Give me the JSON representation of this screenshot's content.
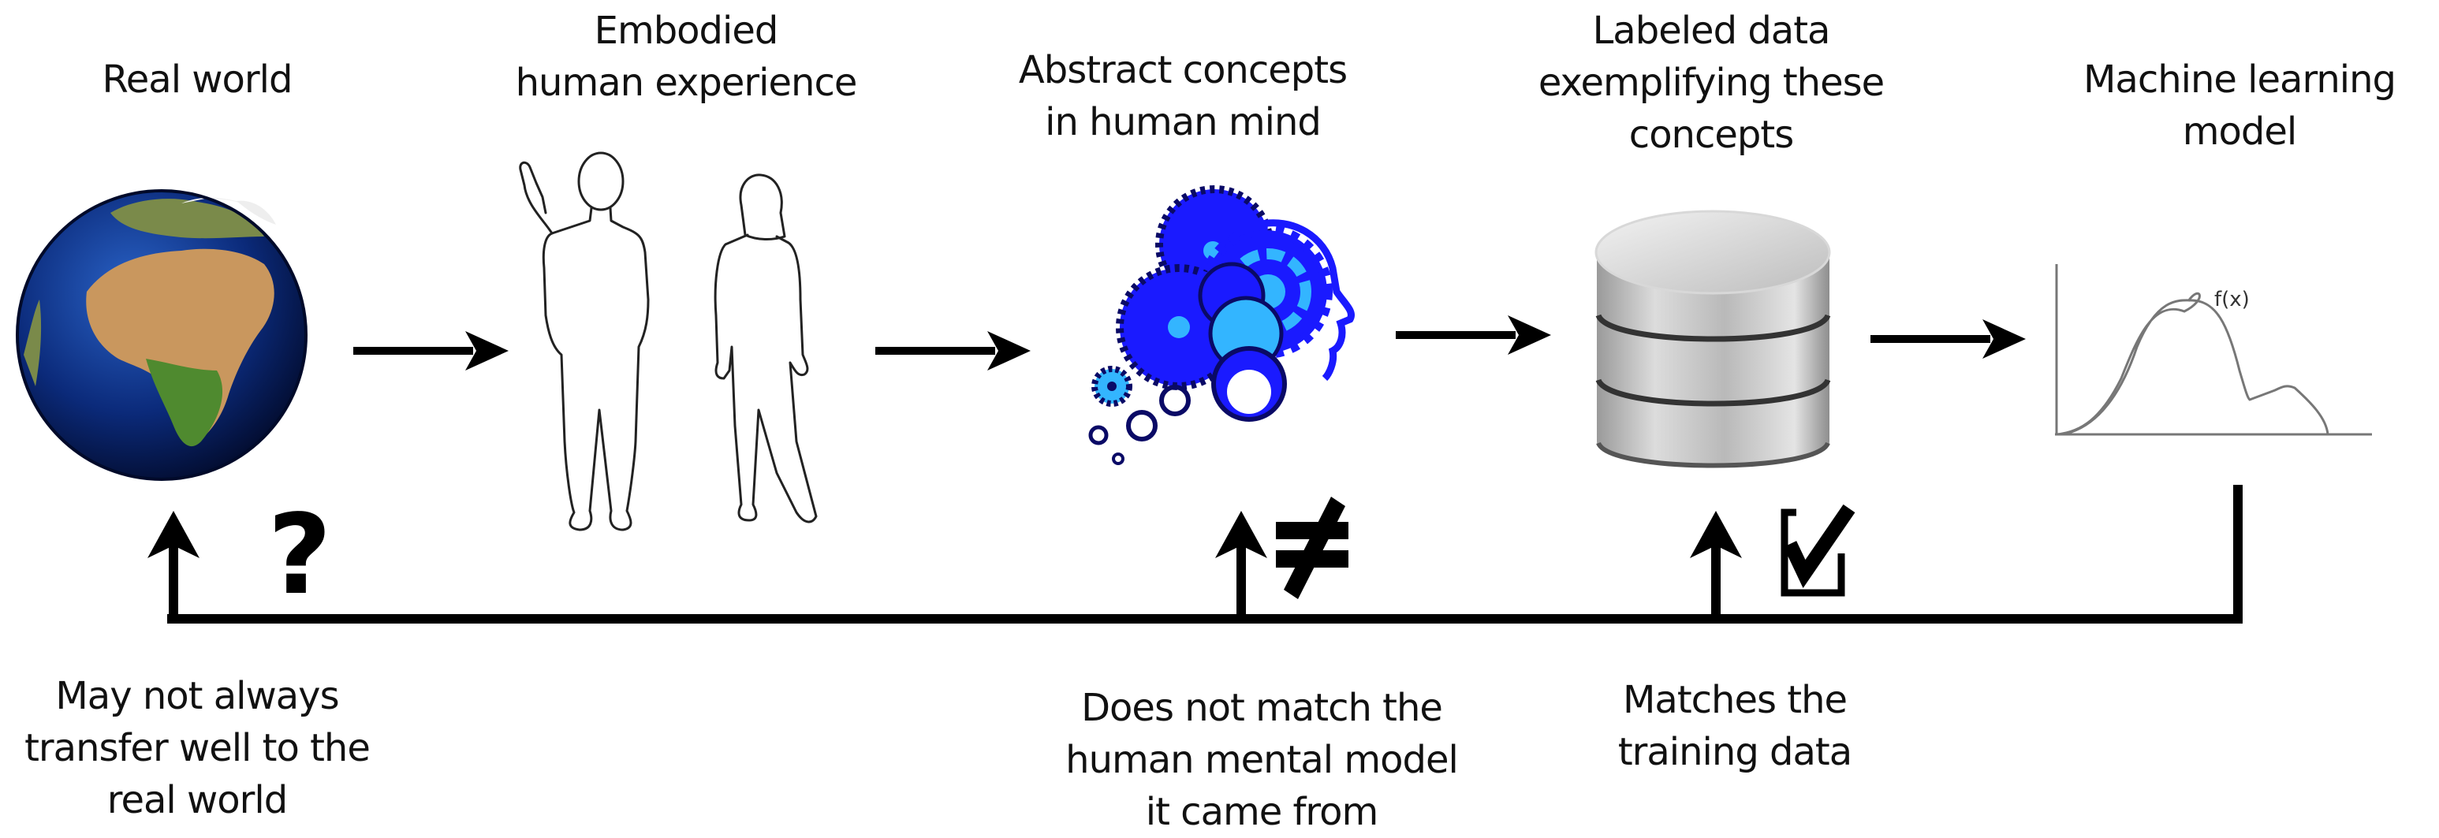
{
  "stages": [
    {
      "id": "real-world",
      "title": "Real world",
      "icon": "globe-icon"
    },
    {
      "id": "embodied-experience",
      "title": "Embodied\nhuman experience",
      "icon": "human-figures-icon"
    },
    {
      "id": "abstract-concepts",
      "title": "Abstract concepts\nin human mind",
      "icon": "gears-head-icon"
    },
    {
      "id": "labeled-data",
      "title": "Labeled data\nexemplifying these\nconcepts",
      "icon": "database-icon"
    },
    {
      "id": "ml-model",
      "title": "Machine learning\nmodel",
      "icon": "function-plot-icon"
    }
  ],
  "model_plot": {
    "function_label": "f(x)"
  },
  "feedback": [
    {
      "target": "real-world",
      "symbol": "?",
      "symbol_icon": "question-mark-icon",
      "caption": "May not always\ntransfer well to the\nreal world"
    },
    {
      "target": "abstract-concepts",
      "symbol": "≠",
      "symbol_icon": "not-equal-icon",
      "caption": "Does not match the\nhuman mental model\nit came from"
    },
    {
      "target": "labeled-data",
      "symbol": "✓",
      "symbol_icon": "checkbox-check-icon",
      "caption": "Matches the\ntraining data"
    }
  ],
  "colors": {
    "ink": "#000000",
    "gear_blue": "#1a1aff",
    "gear_light": "#33b5ff",
    "gear_dark": "#0a0a66",
    "ocean": "#0b2a7a",
    "land_sand": "#c9975e",
    "land_green": "#4f8a2f",
    "db_gray": "#c8c8c8"
  }
}
